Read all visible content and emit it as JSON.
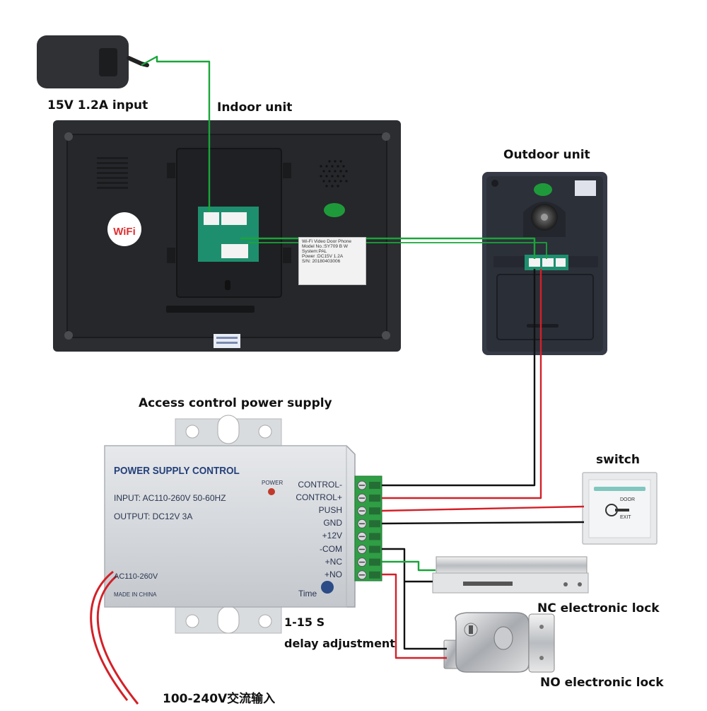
{
  "labels": {
    "adapter": "15V 1.2A input",
    "indoor": "Indoor unit",
    "outdoor": "Outdoor unit",
    "power_supply": "Access control power supply",
    "switch": "switch",
    "nc_lock": "NC electronic lock",
    "no_lock": "NO electronic lock",
    "delay_range": "1-15 S",
    "delay_adjust": "delay adjustment",
    "mains_input": "100-240V交流输入"
  },
  "indoor_unit": {
    "wifi_badge": "WiFi",
    "label_sticker": [
      "Wi-Fi Video Door Phone",
      "Model No.:SY709  B  W",
      "System:PAL",
      "Power :DC15V  1.2A",
      "S/N: 20180403006"
    ]
  },
  "power_supply": {
    "title": "POWER SUPPLY CONTROL",
    "input": "INPUT: AC110-260V 50-60HZ",
    "output": "OUTPUT:  DC12V   3A",
    "power_led": "POWER",
    "ac_label": "AC110-260V",
    "made_in": "MADE IN CHINA",
    "time_label": "Time",
    "terminals": [
      "CONTROL-",
      "CONTROL+",
      "PUSH",
      "GND",
      "+12V",
      "-COM",
      "+NC",
      "+NO"
    ]
  },
  "exit_switch": {
    "door": "DOOR",
    "exit": "EXIT"
  },
  "colors": {
    "green_wire": "#1aa53a",
    "red_wire": "#d42028",
    "black_wire": "#111111",
    "device_dark": "#2b2d31",
    "psu_body": "#d3d6da"
  }
}
